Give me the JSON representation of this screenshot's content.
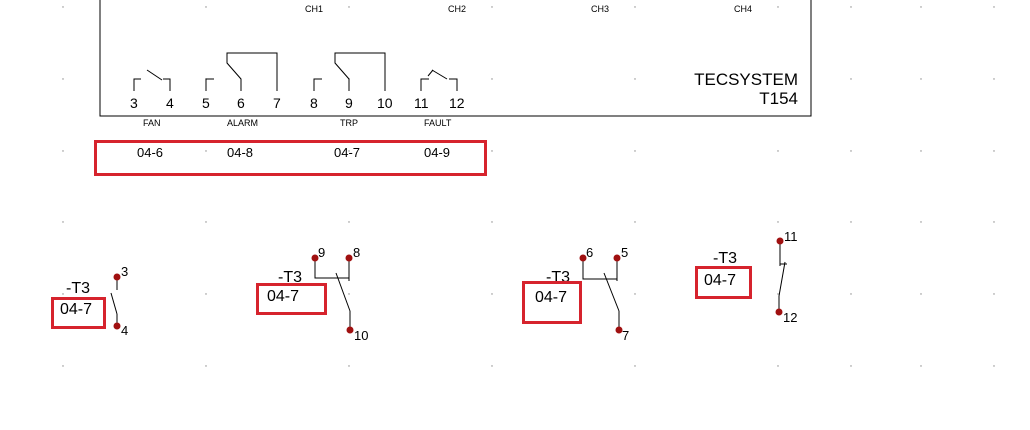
{
  "device": {
    "channels": [
      "CH1",
      "CH2",
      "CH3",
      "CH4"
    ],
    "brand": "TECSYSTEM",
    "model": "T154",
    "terminals": [
      "3",
      "4",
      "5",
      "6",
      "7",
      "8",
      "9",
      "10",
      "11",
      "12"
    ],
    "functions": [
      "FAN",
      "ALARM",
      "TRP",
      "FAULT"
    ],
    "references": [
      "04-6",
      "04-8",
      "04-7",
      "04-9"
    ]
  },
  "contacts": [
    {
      "tag": "-T3",
      "ref": "04-7",
      "pins": [
        "3",
        "4"
      ]
    },
    {
      "tag": "-T3",
      "ref": "04-7",
      "pins": [
        "9",
        "8",
        "10"
      ]
    },
    {
      "tag": "-T3",
      "ref": "04-7",
      "pins": [
        "6",
        "5",
        "7"
      ]
    },
    {
      "tag": "-T3",
      "ref": "04-7",
      "pins": [
        "11",
        "12"
      ]
    }
  ],
  "colors": {
    "highlight": "#d6232d",
    "terminal_dot": "#a01010",
    "line": "#000000",
    "grid_dot": "#888888"
  }
}
